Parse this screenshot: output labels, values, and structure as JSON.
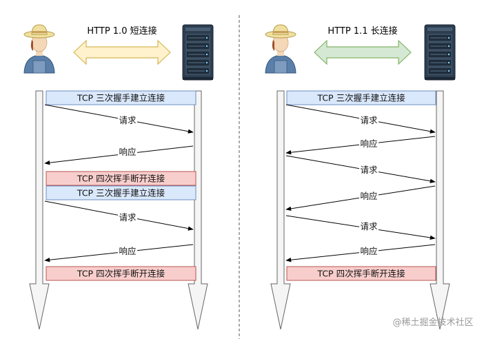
{
  "panels": [
    {
      "title": "HTTP 1.0 短连接",
      "bands": [
        {
          "label": "TCP 三次握手建立连接",
          "kind": "open"
        },
        {
          "label": "TCP 四次挥手断开连接",
          "kind": "close"
        },
        {
          "label": "TCP 三次握手建立连接",
          "kind": "open"
        },
        {
          "label": "TCP 四次挥手断开连接",
          "kind": "close"
        }
      ],
      "messages": [
        {
          "label": "请求",
          "direction": "client-to-server"
        },
        {
          "label": "响应",
          "direction": "server-to-client"
        },
        {
          "label": "请求",
          "direction": "client-to-server"
        },
        {
          "label": "响应",
          "direction": "server-to-client"
        }
      ]
    },
    {
      "title": "HTTP 1.1 长连接",
      "bands": [
        {
          "label": "TCP 三次握手建立连接",
          "kind": "open"
        },
        {
          "label": "TCP 四次挥手断开连接",
          "kind": "close"
        }
      ],
      "messages": [
        {
          "label": "请求",
          "direction": "client-to-server"
        },
        {
          "label": "响应",
          "direction": "server-to-client"
        },
        {
          "label": "请求",
          "direction": "client-to-server"
        },
        {
          "label": "响应",
          "direction": "server-to-client"
        },
        {
          "label": "请求",
          "direction": "client-to-server"
        },
        {
          "label": "响应",
          "direction": "server-to-client"
        }
      ]
    }
  ],
  "watermark": "@稀土掘金技术社区",
  "colors": {
    "open_fill": "#dae8fc",
    "open_stroke": "#6c8ebf",
    "close_fill": "#f8cecc",
    "close_stroke": "#b85450",
    "arrow_short_fill": "#fff2cc",
    "arrow_short_stroke": "#d6b656",
    "arrow_long_fill": "#d5e8d4",
    "arrow_long_stroke": "#82b366",
    "lifeline_fill": "#f5f5f5",
    "lifeline_stroke": "#666666",
    "message_line": "#000000",
    "divider": "#555555",
    "server_body": "#2d3e50",
    "farmer_hat": "#f0e0a0",
    "farmer_shirt": "#5a7fa8",
    "farmer_skin": "#f4d8b8"
  },
  "icons": {
    "client": "farmer-user-icon",
    "server": "server-rack-icon"
  }
}
